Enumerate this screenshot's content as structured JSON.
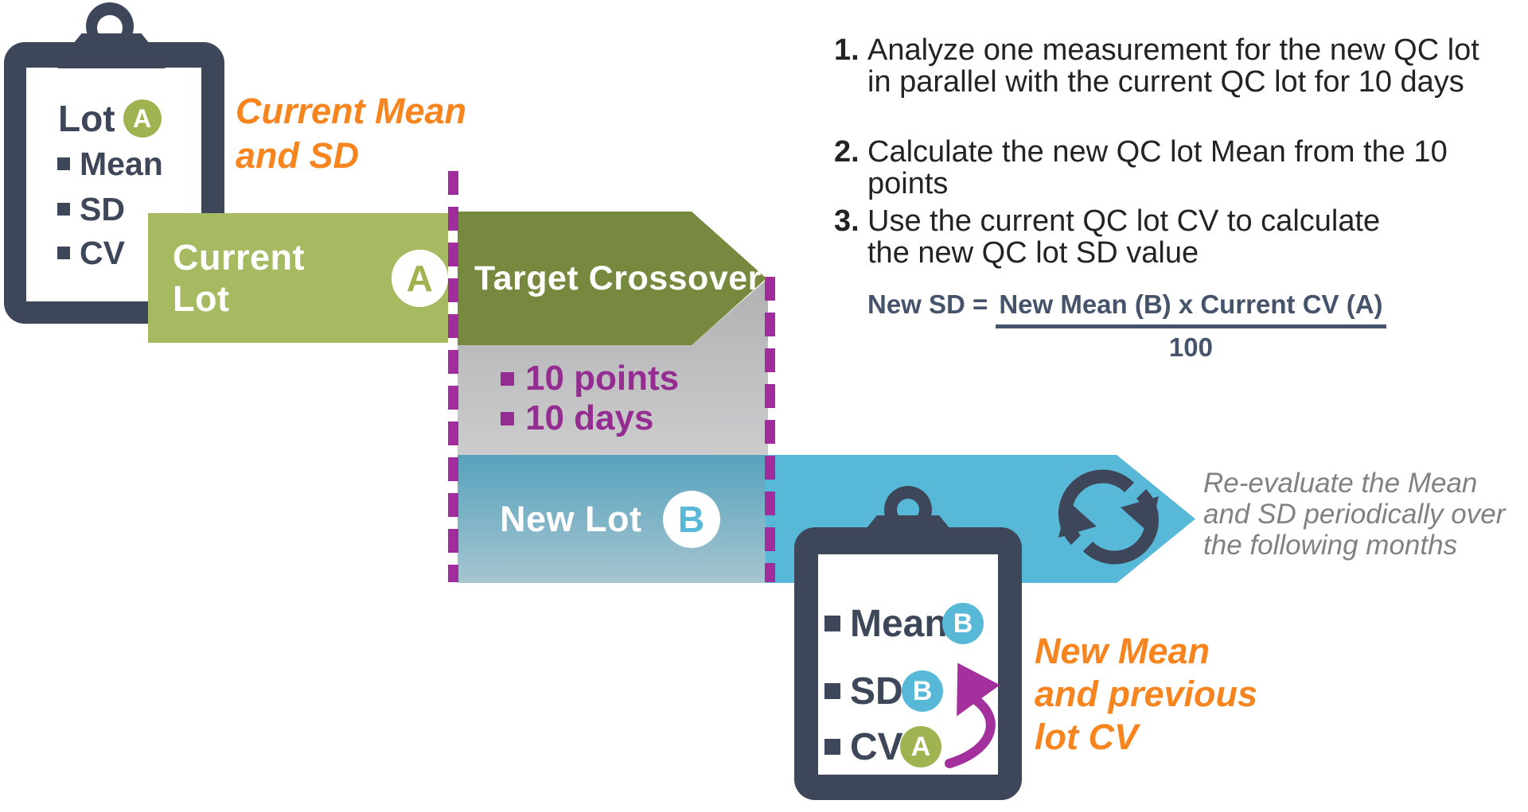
{
  "clipboard_a": {
    "title": "Lot",
    "title_badge": "A",
    "items": [
      "Mean",
      "SD",
      "CV"
    ]
  },
  "caption_current": {
    "line1": "Current Mean",
    "line2": "and SD"
  },
  "bars": {
    "current": {
      "label": "Current Lot",
      "badge": "A"
    },
    "target": {
      "label": "Target Crossover"
    },
    "new_lot": {
      "label": "New Lot",
      "badge": "B"
    }
  },
  "crossover_notes": {
    "items": [
      "10 points",
      "10 days"
    ]
  },
  "steps": [
    {
      "num": "1.",
      "lines": [
        "Analyze one measurement for the new QC lot",
        "in parallel with the current QC lot for 10 days"
      ]
    },
    {
      "num": "2.",
      "lines": [
        "Calculate the new QC lot Mean from the 10 points"
      ]
    },
    {
      "num": "3.",
      "lines": [
        "Use the current QC lot CV to calculate",
        "the new QC lot SD value"
      ]
    }
  ],
  "formula": {
    "lhs": "New SD =",
    "numerator": "New Mean (B) x Current CV (A)",
    "denominator": "100"
  },
  "reevaluate_note": {
    "lines": [
      "Re-evaluate the Mean",
      "and SD periodically over",
      "the following months"
    ]
  },
  "clipboard_b": {
    "items": [
      {
        "label": "Mean",
        "badge": "B"
      },
      {
        "label": "SD",
        "badge": "B"
      },
      {
        "label": "CV",
        "badge": "A"
      }
    ]
  },
  "caption_new": {
    "lines": [
      "New Mean",
      "and previous",
      "lot CV"
    ]
  },
  "colors": {
    "navy": "#3d4759",
    "light_green": "#a6ba61",
    "olive_green": "#77893e",
    "badge_green": "#9fb351",
    "blue": "#57b8d8",
    "purple": "#a02d9b",
    "orange": "#f6851f",
    "gray_text": "#7f8285",
    "formula_navy": "#45536b"
  }
}
